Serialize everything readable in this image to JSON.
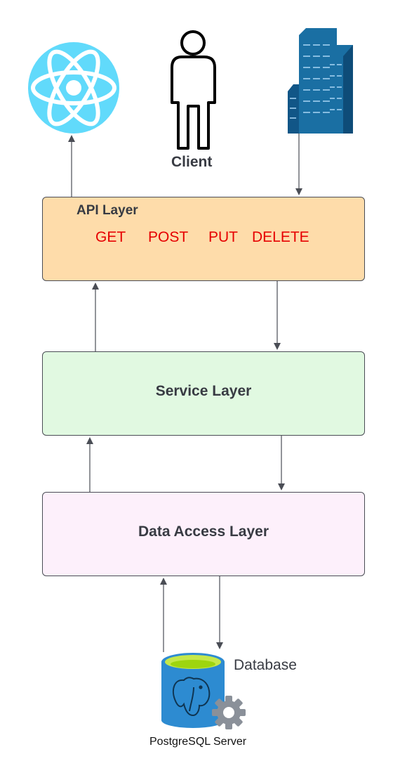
{
  "client": {
    "label": "Client"
  },
  "api_layer": {
    "title": "API Layer",
    "methods": [
      "GET",
      "POST",
      "PUT",
      "DELETE"
    ]
  },
  "service_layer": {
    "title": "Service Layer"
  },
  "data_access_layer": {
    "title": "Data Access Layer"
  },
  "database": {
    "label": "Database",
    "server_label": "PostgreSQL Server"
  },
  "icons": {
    "frontend": "react-atom-icon",
    "user": "person-icon",
    "organization": "office-buildings-icon",
    "db": "postgresql-database-icon",
    "settings": "gear-icon"
  },
  "colors": {
    "api_fill": "#fedcaa",
    "service_fill": "#e1f9e1",
    "data_fill": "#fdf0fb",
    "method_text": "#e60000",
    "react_bg": "#61dafb",
    "building": "#1a6fa3",
    "db_body": "#2d8bd1",
    "db_top": "#9ed50e"
  }
}
